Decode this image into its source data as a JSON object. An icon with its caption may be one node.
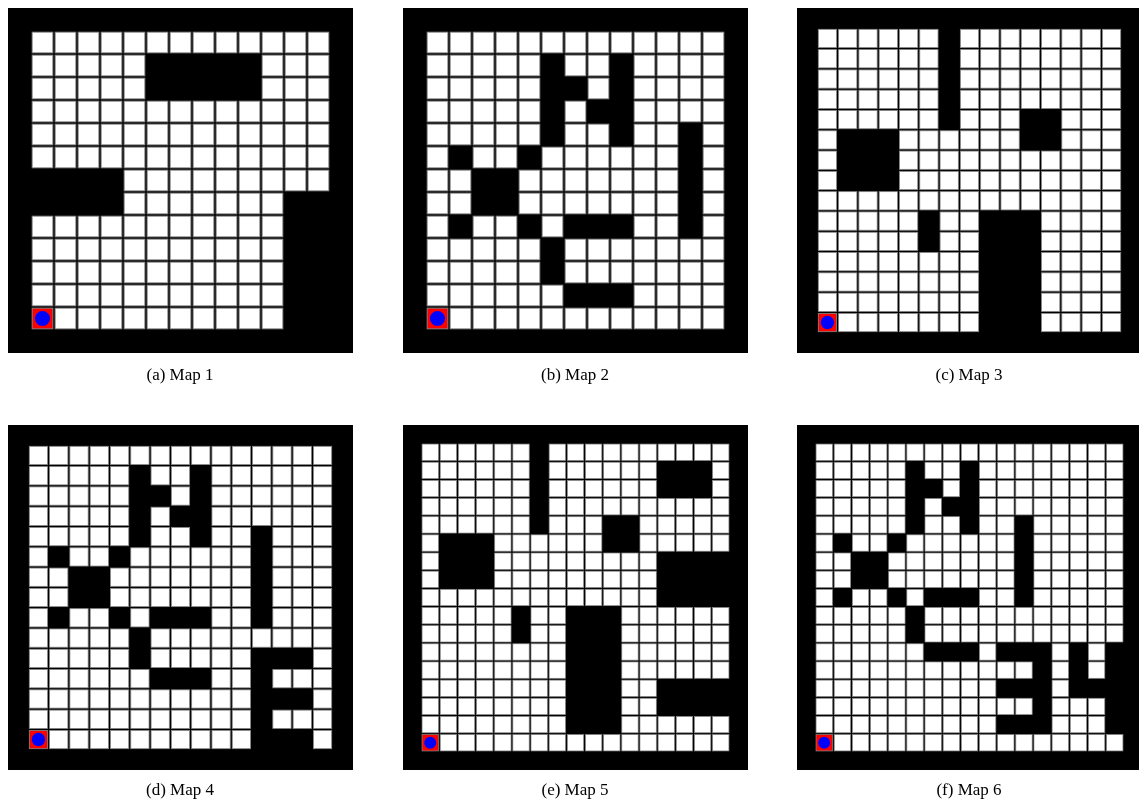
{
  "diagram": {
    "labels": [
      "(a) Map 1",
      "(b) Map 2",
      "(c) Map 3",
      "(d) Map 4",
      "(e) Map 5",
      "(f) Map 6"
    ]
  }
}
